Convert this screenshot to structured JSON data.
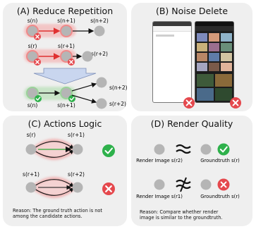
{
  "panel_a": {
    "title": "(A) Reduce Repetition",
    "row1": [
      "s(n)",
      "s(n+1)",
      "s(n+2)"
    ],
    "row2": [
      "s(r)",
      "s(r+1)",
      "s(r+2)"
    ],
    "bottom": [
      "s(n)",
      "s(n+1)",
      "s(n+2)",
      "s(r+2)"
    ]
  },
  "panel_b": {
    "title": "(B) Noise Delete"
  },
  "panel_c": {
    "title": "(C) Actions Logic",
    "top_labels": [
      "s(r)",
      "s(r+1)"
    ],
    "bottom_labels": [
      "s(r+1)",
      "s(r+2)"
    ],
    "reason": [
      "Reason: The ground truth action is not",
      "among the candidate actions."
    ]
  },
  "panel_d": {
    "title": "(D) Render Quality",
    "row1": [
      "Render Image s(r2)",
      "Groundtruth s(r)"
    ],
    "row2": [
      "Render Image s(r1)",
      "Groundtruth s(r)"
    ],
    "reason": [
      "Reason: Compare whether render",
      "image is similar to the groundtruth."
    ]
  },
  "colors": {
    "panel_bg": "#efefef",
    "node_gray": "#b5b5b5",
    "node_red_ring": "#f08a8a",
    "node_green_ring": "#9bd29a",
    "check_green": "#2eb14b",
    "cross_red": "#e5484d",
    "arrow_red": "#e03131",
    "arrow_blue_fill": "#c9d6ef"
  }
}
